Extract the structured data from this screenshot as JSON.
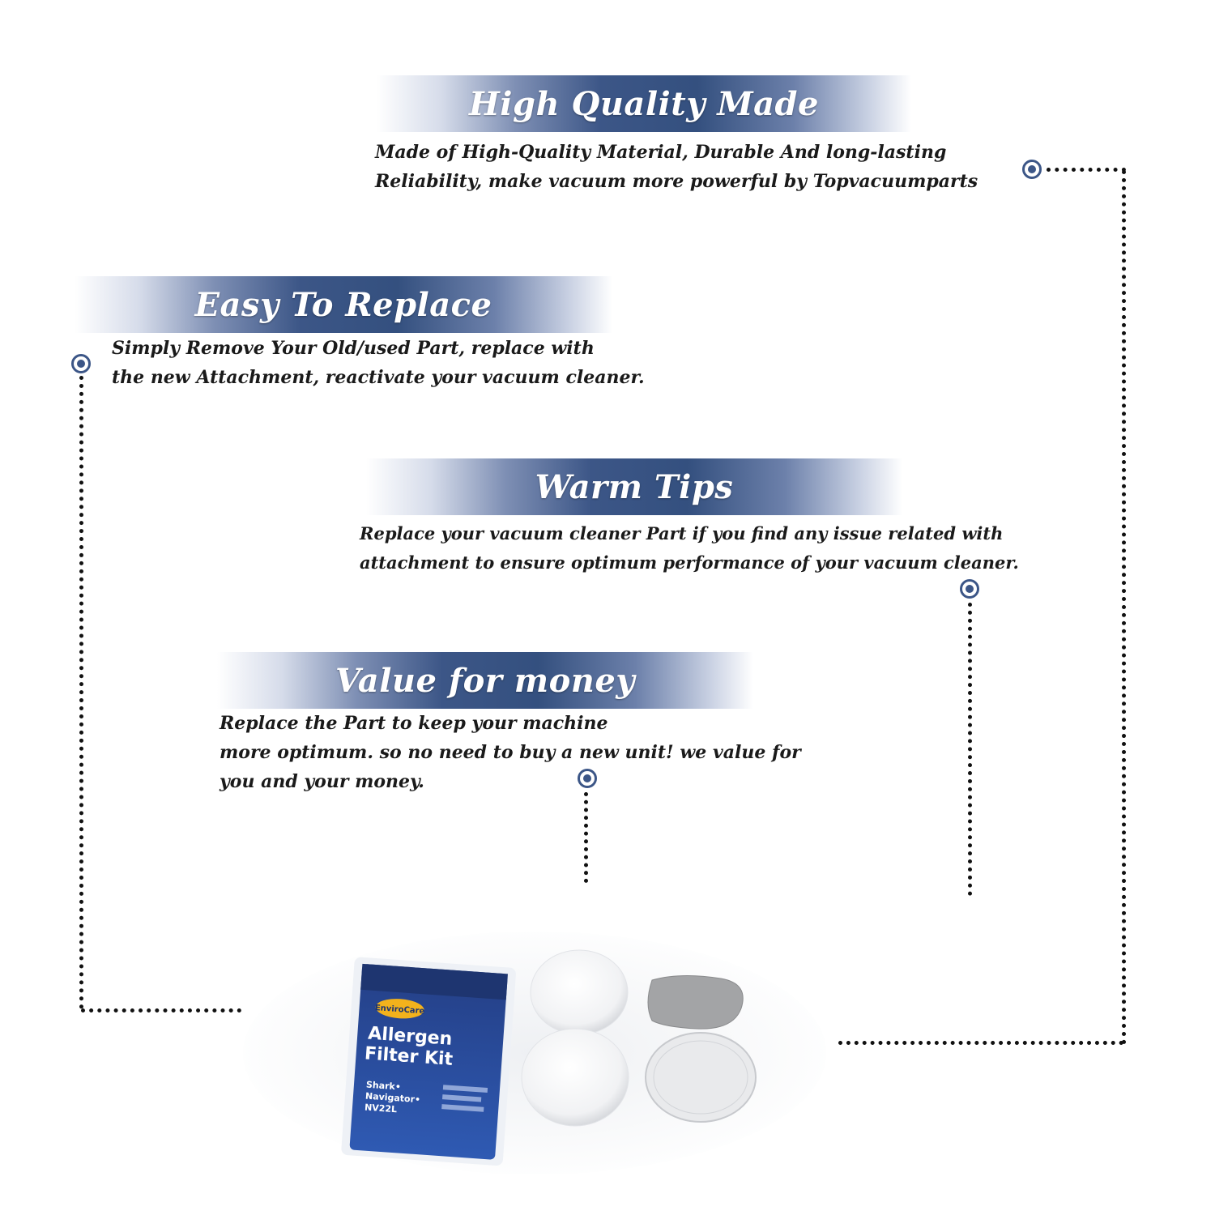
{
  "sections": [
    {
      "title": "High Quality Made",
      "lines": [
        "Made of  High-Quality Material, Durable And long-lasting",
        "Reliability, make vacuum more powerful by Topvacuumparts"
      ]
    },
    {
      "title": "Easy To Replace",
      "lines": [
        "Simply Remove Your Old/used Part, replace with",
        "the new Attachment, reactivate your vacuum cleaner."
      ]
    },
    {
      "title": "Warm Tips",
      "lines": [
        "Replace your vacuum cleaner Part if you find any issue related with",
        " attachment to ensure optimum performance of your vacuum cleaner."
      ]
    },
    {
      "title": "Value for money",
      "lines": [
        "Replace the Part to keep your machine",
        "more optimum. so no need to buy a new unit! we value for",
        "you and your money."
      ]
    }
  ],
  "product": {
    "package_brand": "EnviroCare",
    "package_title_line1": "Allergen",
    "package_title_line2": "Filter Kit",
    "package_compat_line1": "Shark•",
    "package_compat_line2": "Navigator•",
    "package_compat_line3": "NV22L"
  },
  "colors": {
    "accent": "#3c5687",
    "text": "#1a1a1a"
  }
}
